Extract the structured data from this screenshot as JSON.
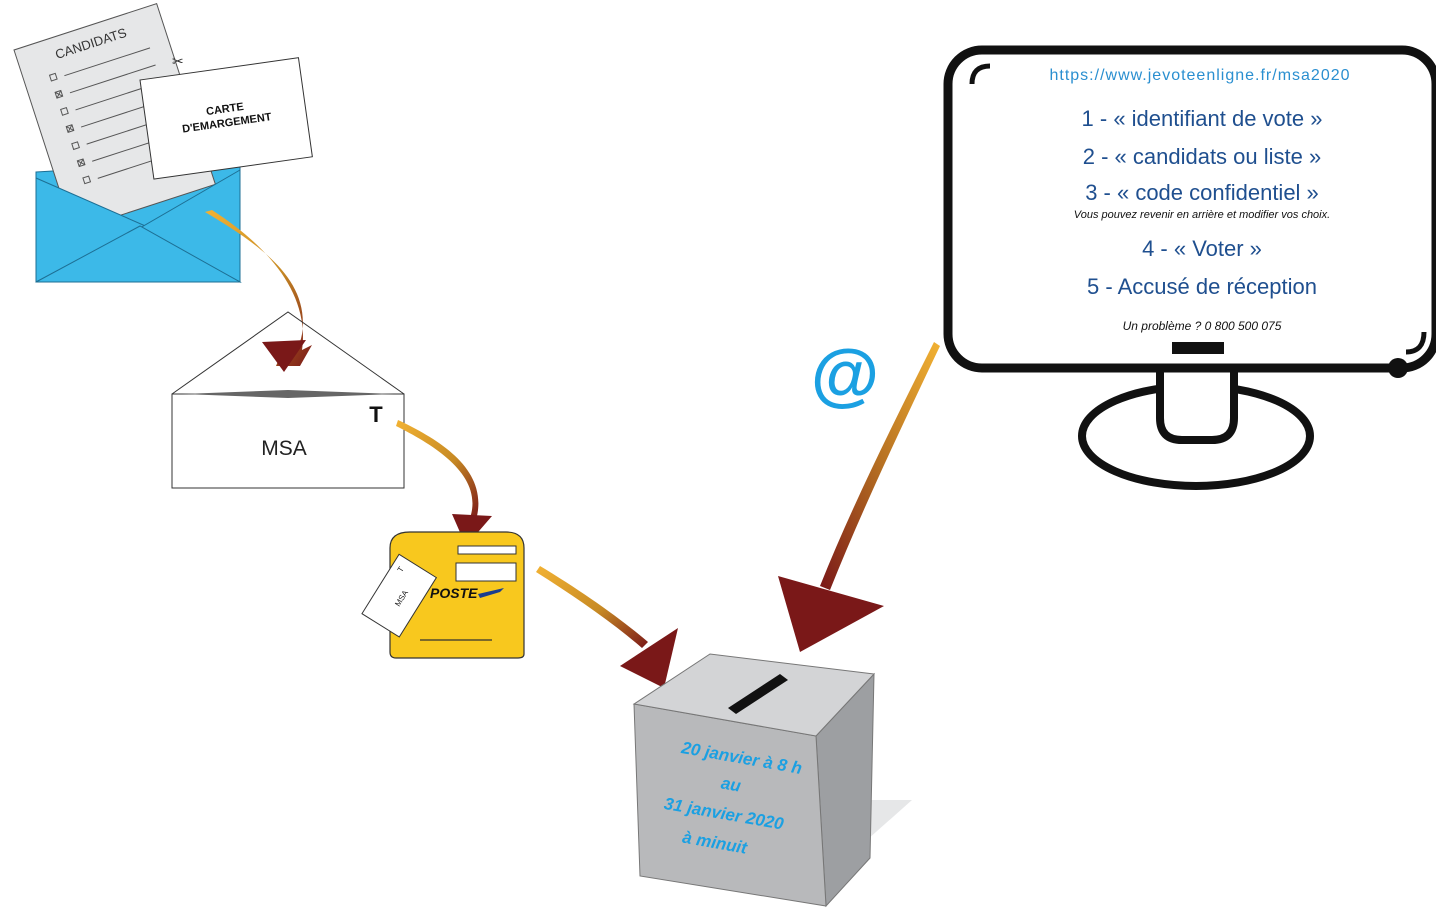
{
  "ballot": {
    "candidats_title": "CANDIDATS",
    "carte_line1": "CARTE",
    "carte_line2": "D'EMARGEMENT"
  },
  "envelope_t": {
    "label": "MSA",
    "mark": "T"
  },
  "mailbox": {
    "brand": "POSTE",
    "letter_label": "MSA",
    "letter_mark": "T"
  },
  "ballot_box": {
    "line1": "20 janvier à 8 h",
    "line2": "au",
    "line3": "31 janvier 2020",
    "line4": "à minuit"
  },
  "at_symbol": "@",
  "monitor": {
    "url": "https://www.jevoteenligne.fr/msa2020",
    "step1": "1 - « identifiant de vote »",
    "step2": "2 - « candidats ou liste »",
    "step3": "3 - « code confidentiel »",
    "note": "Vous pouvez revenir en arrière et modifier vos choix.",
    "step4": "4 - « Voter »",
    "step5": "5 - Accusé de réception",
    "help": "Un problème ? 0 800 500 075"
  },
  "colors": {
    "envelope_blue": "#3cb9e8",
    "arrow_red": "#7a1818",
    "arrow_gold": "#f2b233",
    "mailbox_yellow": "#f8c81e",
    "box_gray": "#b8b9bb",
    "box_text_blue": "#1ba0e2",
    "screen_text_blue": "#1f4f8f",
    "url_blue": "#2a8fd0"
  }
}
